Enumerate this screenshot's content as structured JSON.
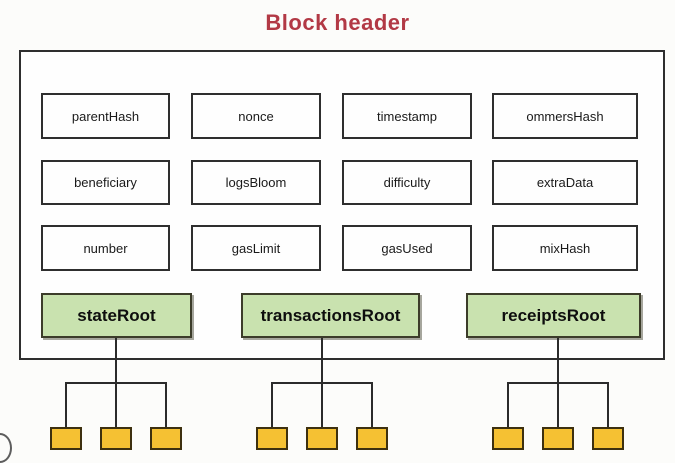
{
  "title": "Block header",
  "colors": {
    "title": "#b23945",
    "box-border": "#2e2e2e",
    "box-fill": "#fefefe",
    "root-fill": "#c9e2af",
    "root-border": "#3c3c2a",
    "leaf-fill": "#f5c133",
    "leaf-border": "#3d300f",
    "line": "#2b2b2b",
    "background": "#fcfcfa"
  },
  "fields": {
    "rows": [
      [
        "parentHash",
        "nonce",
        "timestamp",
        "ommersHash"
      ],
      [
        "beneficiary",
        "logsBloom",
        "difficulty",
        "extraData"
      ],
      [
        "number",
        "gasLimit",
        "gasUsed",
        "mixHash"
      ]
    ]
  },
  "roots": [
    {
      "label": "stateRoot",
      "leaf_count": 3
    },
    {
      "label": "transactionsRoot",
      "leaf_count": 3
    },
    {
      "label": "receiptsRoot",
      "leaf_count": 3
    }
  ]
}
